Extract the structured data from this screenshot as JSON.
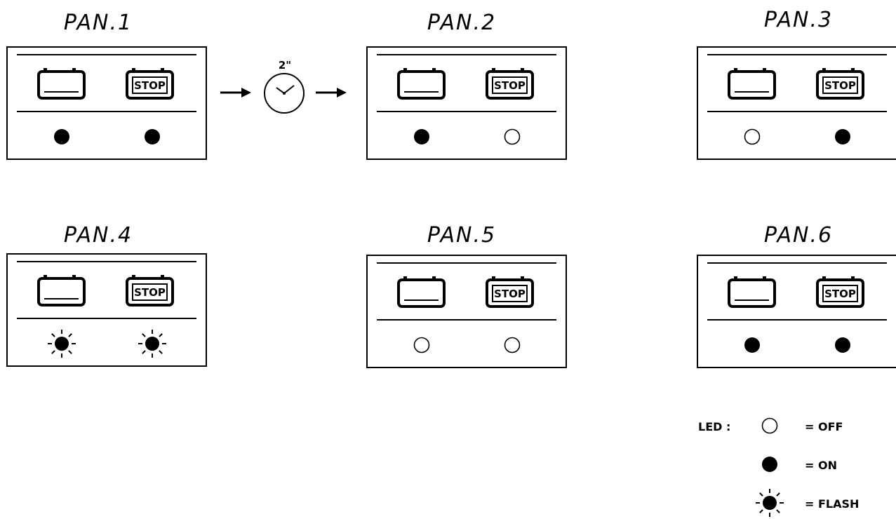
{
  "panels": [
    {
      "title": "PAN.1",
      "stop_label": "STOP",
      "leds": [
        "on",
        "on"
      ]
    },
    {
      "title": "PAN.2",
      "stop_label": "STOP",
      "leds": [
        "on",
        "off"
      ]
    },
    {
      "title": "PAN.3",
      "stop_label": "STOP",
      "leds": [
        "off",
        "on"
      ]
    },
    {
      "title": "PAN.4",
      "stop_label": "STOP",
      "leds": [
        "flash",
        "flash"
      ]
    },
    {
      "title": "PAN.5",
      "stop_label": "STOP",
      "leds": [
        "off",
        "off"
      ]
    },
    {
      "title": "PAN.6",
      "stop_label": "STOP",
      "leds": [
        "on",
        "on"
      ]
    }
  ],
  "timer": {
    "label": "2\"",
    "icon": "clock-icon"
  },
  "legend": {
    "title": "LED :",
    "items": [
      {
        "state": "off",
        "label": "= OFF"
      },
      {
        "state": "on",
        "label": "= ON"
      },
      {
        "state": "flash",
        "label": "= FLASH"
      }
    ]
  }
}
